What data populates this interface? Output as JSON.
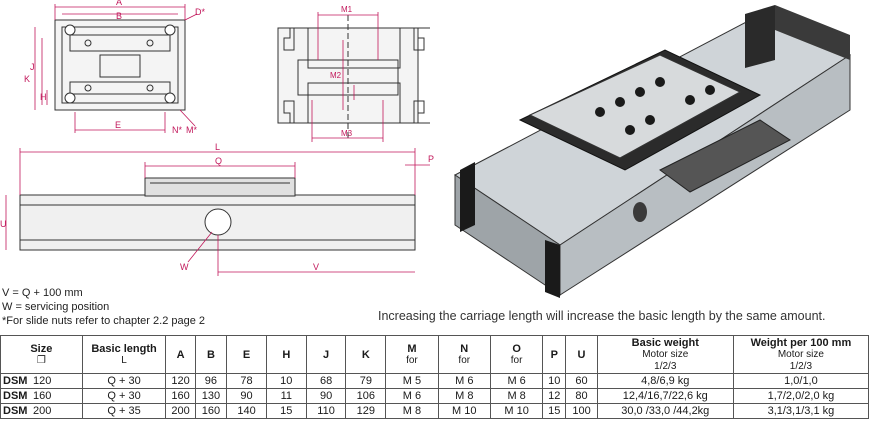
{
  "drawing": {
    "dims_top_left": [
      "A",
      "B",
      "D*",
      "J",
      "K",
      "H",
      "E",
      "N*",
      "M*"
    ],
    "dims_top_mid": [
      "M1",
      "M2",
      "M3"
    ],
    "dims_side": [
      "L",
      "Q",
      "P",
      "U",
      "V",
      "W"
    ]
  },
  "notes": [
    "V = Q + 100 mm",
    "W = servicing position",
    "*For slide nuts refer to chapter 2.2 page 2"
  ],
  "caption": "Increasing the carriage length will increase the basic length by the same amount.",
  "table": {
    "headers": {
      "size": "Size",
      "size_sub": "❐",
      "basic_length": "Basic length",
      "basic_length_sub": "L",
      "a": "A",
      "b": "B",
      "e": "E",
      "h": "H",
      "j": "J",
      "k": "K",
      "m": "M",
      "m_sub": "for",
      "n": "N",
      "n_sub": "for",
      "o": "O",
      "o_sub": "for",
      "p": "P",
      "u": "U",
      "weight": "Basic weight",
      "weight_sub1": "Motor size",
      "weight_sub2": "1/2/3",
      "weight100": "Weight per 100 mm",
      "weight100_sub1": "Motor size",
      "weight100_sub2": "1/2/3"
    },
    "rows": [
      {
        "name": "DSM",
        "size": "120",
        "length": "Q + 30",
        "a": "120",
        "b": "96",
        "e": "78",
        "h": "10",
        "j": "68",
        "k": "79",
        "m": "M 5",
        "n": "M 6",
        "o": "M 6",
        "p": "10",
        "u": "60",
        "w": "4,8/6,9 kg",
        "w100": "1,0/1,0"
      },
      {
        "name": "DSM",
        "size": "160",
        "length": "Q + 30",
        "a": "160",
        "b": "130",
        "e": "90",
        "h": "11",
        "j": "90",
        "k": "106",
        "m": "M 6",
        "n": "M 8",
        "o": "M 8",
        "p": "12",
        "u": "80",
        "w": "12,4/16,7/22,6 kg",
        "w100": "1,7/2,0/2,0 kg"
      },
      {
        "name": "DSM",
        "size": "200",
        "length": "Q + 35",
        "a": "200",
        "b": "160",
        "e": "140",
        "h": "15",
        "j": "110",
        "k": "129",
        "m": "M 8",
        "n": "M 10",
        "o": "M 10",
        "p": "15",
        "u": "100",
        "w": "30,0 /33,0 /44,2kg",
        "w100": "3,1/3,1/3,1 kg"
      }
    ]
  }
}
